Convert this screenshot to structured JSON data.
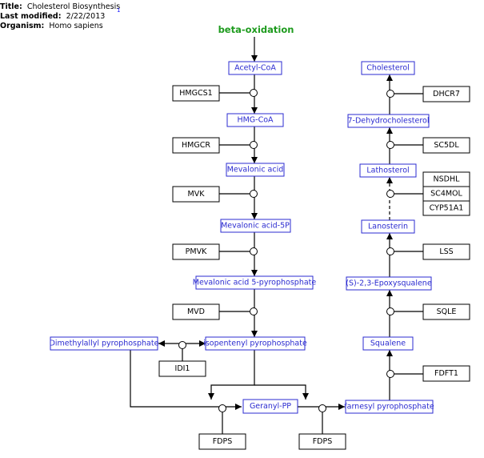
{
  "header": {
    "title_label": "Title:",
    "title_value": "Cholesterol Biosynthesis",
    "modified_label": "Last modified:",
    "modified_value": "2/22/2013",
    "organism_label": "Organism:",
    "organism_value": "Homo sapiens",
    "footnote": "1"
  },
  "diagram": {
    "label": "beta-oxidation",
    "metabolites": {
      "acetyl_coa": "Acetyl-CoA",
      "hmg_coa": "HMG-CoA",
      "mevalonic_acid": "Mevalonic acid",
      "mevalonic_acid_5p": "Mevalonic acid-5P",
      "mevalonic_acid_5pp": "Mevalonic acid 5-pyrophosphate",
      "isopentenyl_pp": "isopentenyl pyrophosphate",
      "dimethylallyl_pp": "Dimethylallyl pyrophosphate",
      "geranyl_pp": "Geranyl-PP",
      "farnesyl_pp": "farnesyl pyrophosphate",
      "squalene": "Squalene",
      "epoxysqualene": "(S)-2,3-Epoxysqualene",
      "lanosterin": "Lanosterin",
      "lathosterol": "Lathosterol",
      "dehydrocholesterol": "7-Dehydrocholesterol",
      "cholesterol": "Cholesterol"
    },
    "genes": {
      "hmgcs1": "HMGCS1",
      "hmgcr": "HMGCR",
      "mvk": "MVK",
      "pmvk": "PMVK",
      "mvd": "MVD",
      "idi1": "IDI1",
      "fdps_1": "FDPS",
      "fdps_2": "FDPS",
      "fdft1": "FDFT1",
      "sqle": "SQLE",
      "lss": "LSS",
      "nsdhl": "NSDHL",
      "sc4mol": "SC4MOL",
      "cyp51a1": "CYP51A1",
      "sc5dl": "SC5DL",
      "dhcr7": "DHCR7"
    }
  }
}
